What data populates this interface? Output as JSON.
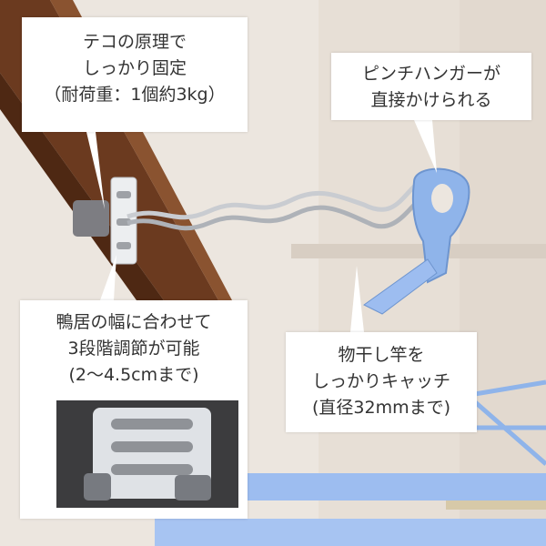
{
  "callouts": {
    "top_left": [
      "テコの原理で",
      "しっかり固定",
      "（耐荷重：1個約3kg）"
    ],
    "top_right": [
      "ピンチハンガーが",
      "直接かけられる"
    ],
    "bottom_left": [
      "鴨居の幅に合わせて",
      "3段階調節が可能",
      "(2〜4.5cmまで)"
    ],
    "bottom_right": [
      "物干し竿を",
      "しっかりキャッチ",
      "(直径32mmまで)"
    ]
  },
  "colors": {
    "wall": "#ece6df",
    "wood_frame": "#6b3a1f",
    "hanger_blue": "#8fb4ea",
    "wire": "#c9ccd1",
    "callout_bg": "#ffffff",
    "text": "#333333"
  }
}
